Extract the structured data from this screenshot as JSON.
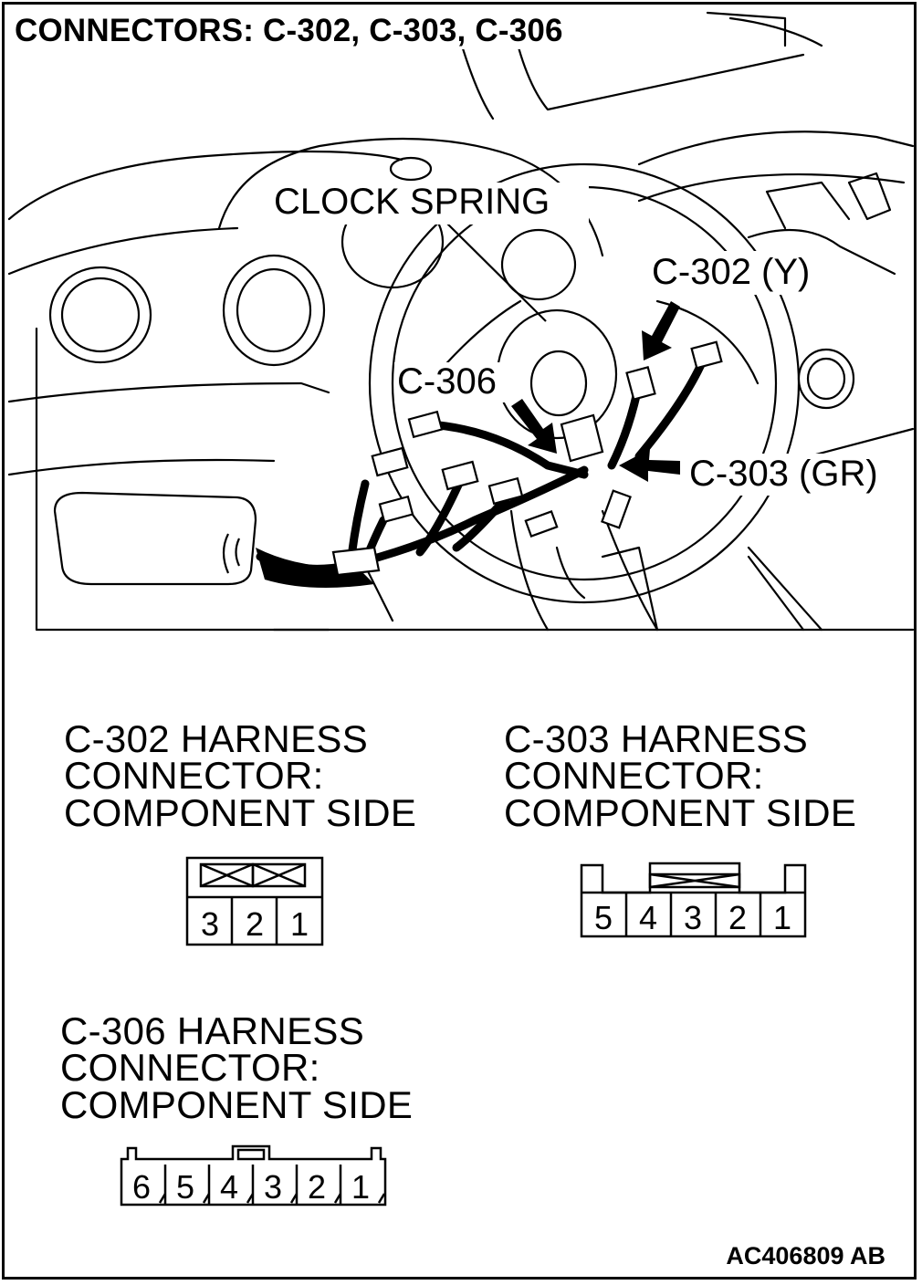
{
  "title": "CONNECTORS: C-302, C-303, C-306",
  "figure_id": "AC406809 AB",
  "callouts": {
    "clock_spring": "CLOCK SPRING",
    "c302": "C-302 (Y)",
    "c306": "C-306",
    "c303": "C-303 (GR)"
  },
  "connectors": [
    {
      "id": "c302",
      "label_lines": [
        "C-302 HARNESS",
        "CONNECTOR:",
        "COMPONENT SIDE"
      ],
      "pins": [
        "3",
        "2",
        "1"
      ]
    },
    {
      "id": "c303",
      "label_lines": [
        "C-303 HARNESS",
        "CONNECTOR:",
        "COMPONENT SIDE"
      ],
      "pins": [
        "5",
        "4",
        "3",
        "2",
        "1"
      ]
    },
    {
      "id": "c306",
      "label_lines": [
        "C-306 HARNESS",
        "CONNECTOR:",
        "COMPONENT SIDE"
      ],
      "pins": [
        "6",
        "5",
        "4",
        "3",
        "2",
        "1"
      ]
    }
  ]
}
